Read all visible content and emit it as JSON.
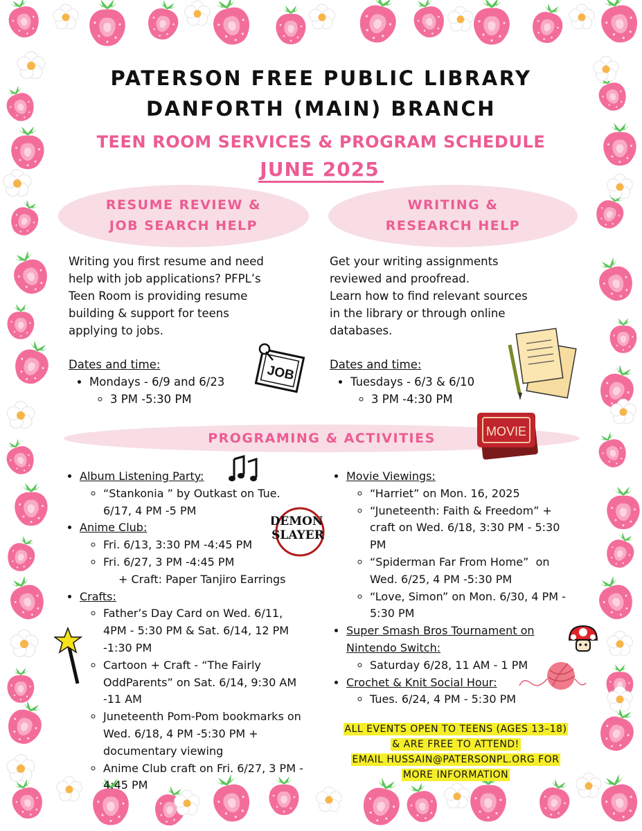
{
  "header": {
    "line1": "PATERSON FREE PUBLIC LIBRARY",
    "line2": "DANFORTH (MAIN) BRANCH",
    "subtitle": "TEEN ROOM SERVICES & PROGRAM SCHEDULE",
    "month": "JUNE 2025"
  },
  "resume": {
    "title1": "RESUME REVIEW &",
    "title2": "JOB SEARCH HELP",
    "lines": [
      "Writing you first resume and need",
      "help with job applications? PFPL’s",
      "Teen Room is providing resume",
      "building & support for teens",
      "applying to jobs."
    ],
    "dates_label": "Dates and time:",
    "day": "Mondays - 6/9 and 6/23",
    "time": "3 PM -5:30 PM",
    "icon_text": "JOB"
  },
  "writing": {
    "title1": "WRITING &",
    "title2": "RESEARCH HELP",
    "lines": [
      "Get your writing assignments",
      "reviewed and proofread.",
      "Learn how to find relevant sources",
      "in the library or through online",
      "databases."
    ],
    "dates_label": "Dates and time:",
    "day": "Tuesdays - 6/3 & 6/10",
    "time": "3 PM -4:30 PM"
  },
  "programs": {
    "title": "PROGRAMING & ACTIVITIES",
    "movie_ticket": "MOVIE",
    "demon_slayer": [
      "DEMON",
      "SLAYER"
    ],
    "left": {
      "album": {
        "label": "Album Listening Party:",
        "items": [
          "“Stankonia ” by Outkast on Tue.",
          "6/17, 4 PM -5 PM"
        ]
      },
      "anime": {
        "label": "Anime Club:",
        "item1": "Fri. 6/13, 3:30 PM -4:45 PM",
        "item2": "Fri. 6/27, 3 PM -4:45 PM",
        "item2b": "+ Craft: Paper Tanjiro Earrings"
      },
      "crafts": {
        "label": "Crafts:",
        "c1": [
          "Father’s Day Card on Wed. 6/11,",
          "4PM - 5:30 PM & Sat. 6/14, 12 PM",
          "-1:30 PM"
        ],
        "c2": [
          "Cartoon + Craft - “The Fairly",
          "OddParents” on Sat. 6/14, 9:30 AM",
          "-11 AM"
        ],
        "c3": [
          "Juneteenth Pom-Pom bookmarks on",
          "Wed. 6/18, 4 PM -5:30 PM +",
          "documentary viewing"
        ],
        "c4": [
          "Anime Club craft on Fri. 6/27, 3 PM -",
          "4:45 PM"
        ]
      }
    },
    "right": {
      "movies": {
        "label": "Movie Viewings:",
        "m1": [
          "“Harriet” on Mon. 16, 2025"
        ],
        "m2": [
          "“Juneteenth: Faith & Freedom” +",
          "craft on Wed. 6/18, 3:30 PM - 5:30",
          "PM"
        ],
        "m3": [
          "“Spiderman Far From Home”  on",
          "Wed. 6/25, 4 PM -5:30 PM"
        ],
        "m4": [
          "“Love, Simon” on Mon. 6/30, 4 PM -",
          "5:30 PM"
        ]
      },
      "smash": {
        "label1": "Super Smash Bros Tournament on",
        "label2": "Nintendo Switch:",
        "item": "Saturday 6/28, 11 AM - 1 PM"
      },
      "crochet": {
        "label": "Crochet & Knit Social Hour:",
        "item": "Tues. 6/24, 4 PM - 5:30 PM"
      }
    }
  },
  "notice": {
    "lines": [
      "ALL EVENTS OPEN TO TEENS (AGES 13–18)",
      "& ARE FREE TO ATTEND!",
      "EMAIL HUSSAIN@PATERSONPL.ORG FOR",
      "MORE INFORMATION"
    ]
  },
  "colors": {
    "pink": "#ec5c92",
    "pill": "#f8dde4",
    "highlight": "#f5ee2a",
    "strawberry": "#f36d9b",
    "leaf": "#5cc65a"
  }
}
